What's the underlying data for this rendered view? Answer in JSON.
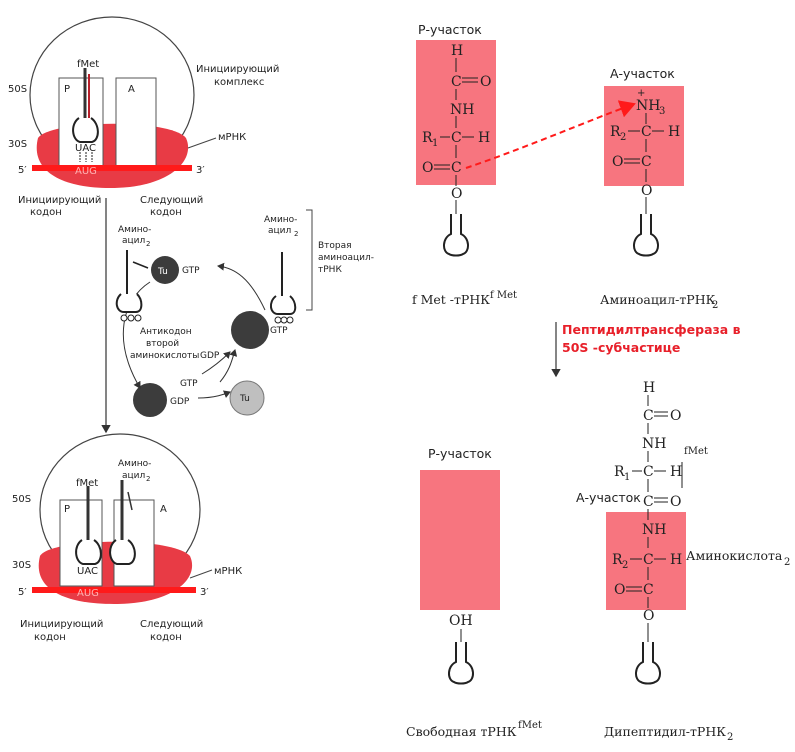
{
  "colors": {
    "accent_red": "#ff1a1a",
    "site_pink": "#f7757f",
    "ribosome_red": "#e83b45",
    "dark_gray": "#3c3c3c",
    "light_gray": "#bfbfbf",
    "text_red": "#e8202a"
  },
  "left": {
    "top": {
      "label_50s": "50S",
      "label_30s": "30S",
      "label_5p": "5′",
      "label_3p": "3′",
      "site_p": "P",
      "site_a": "A",
      "fmet": "fMet",
      "anticodon": "UAC",
      "codon": "AUG",
      "init_complex_1": "Инициирующий",
      "init_complex_2": "комплекс",
      "mrna": "мРНК",
      "init_codon_1": "Инициирующий",
      "init_codon_2": "кодон",
      "next_codon_1": "Следующий",
      "next_codon_2": "кодон"
    },
    "cycle": {
      "aminoacyl_1": "Амино-",
      "aminoacyl_2": "ацил",
      "sub2": "2",
      "tu": "Tu",
      "gtp": "GTP",
      "gdp": "GDP",
      "second_1": "Вторая",
      "second_2": "аминоацил-",
      "second_3": "тРНК",
      "anticodon_1": "Антикодон",
      "anticodon_2": "второй",
      "anticodon_3": "аминокислоты"
    },
    "bottom": {
      "label_50s": "50S",
      "label_30s": "30S",
      "label_5p": "5′",
      "label_3p": "3′",
      "site_p": "P",
      "site_a": "A",
      "fmet": "fMet",
      "aminoacyl_1": "Амино-",
      "aminoacyl_2": "ацил",
      "sub2": "2",
      "anticodon": "UAC",
      "codon": "AUG",
      "mrna": "мРНК",
      "init_codon_1": "Инициирующий",
      "init_codon_2": "кодон",
      "next_codon_1": "Следующий",
      "next_codon_2": "кодон"
    }
  },
  "right": {
    "top": {
      "p_site": "Р-участок",
      "a_site": "А-участок",
      "fmet_trna": "f Met -тРНК",
      "fmet_sup": "f Met",
      "aa_trna": "Аминоацил-тРНК",
      "aa_sub": "2"
    },
    "enzyme_1": "Пептидилтрансфераза в",
    "enzyme_2": "50S -субчастице",
    "bottom": {
      "p_site": "Р-участок",
      "a_site": "А-участок",
      "oh": "OH",
      "fmet_tag": "fMet",
      "amino": "Аминокислота",
      "amino_sub": "2",
      "free_trna": "Свободная тРНК",
      "free_sup": "fMet",
      "dipeptidyl": "Дипептидил-тРНК",
      "dip_sub": "2"
    },
    "chem": {
      "h": "H",
      "c": "C",
      "o": "O",
      "n": "N",
      "nh": "NH",
      "nh3": "NH",
      "nh3_sub": "3",
      "plus": "+",
      "r1": "R",
      "r1_sub": "1",
      "r2": "R",
      "r2_sub": "2"
    }
  }
}
